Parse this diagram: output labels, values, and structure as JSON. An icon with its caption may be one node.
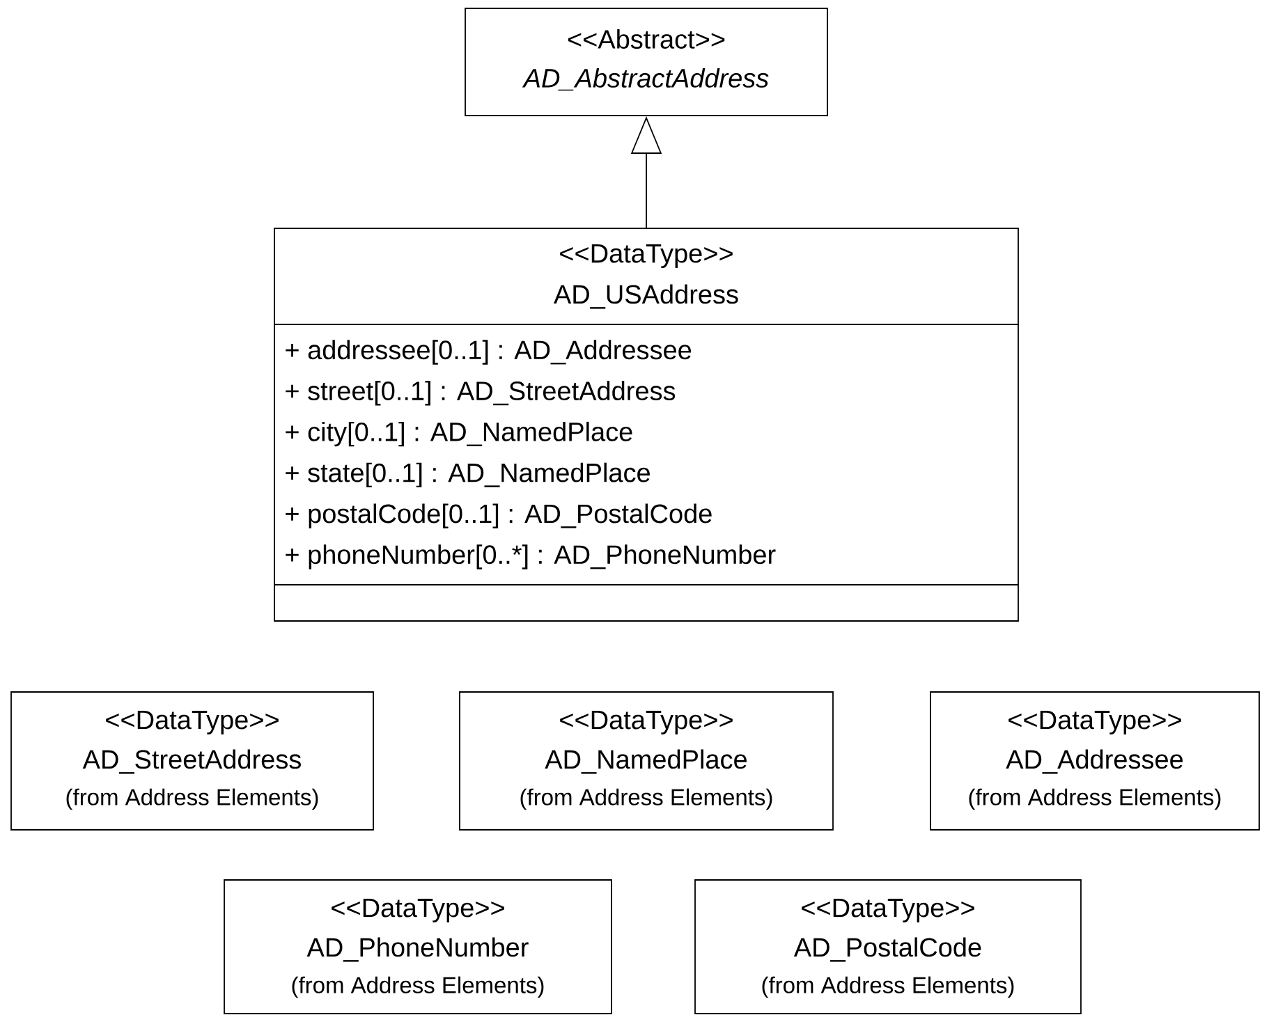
{
  "diagram": {
    "nodes": [
      {
        "text": [
          "<<Abstract>>",
          "AD_AbstractAddress"
        ]
      },
      {
        "text": [
          "<<DataType>>",
          "AD_USAddress",
          "+ addressee[0..1] : AD_Addressee",
          "+ street[0..1] : AD_StreetAddress",
          "+ city[0..1] : AD_NamedPlace",
          "+ state[0..1] : AD_NamedPlace",
          "+ postalCode[0..1] : AD_PostalCode",
          "+ phoneNumber[0..*] : AD_PhoneNumber"
        ]
      },
      {
        "text": [
          "<<DataType>>",
          "AD_StreetAddress",
          "(from Address Elements)"
        ]
      },
      {
        "text": [
          "<<DataType>>",
          "AD_NamedPlace",
          "(from Address Elements)"
        ]
      },
      {
        "text": [
          "<<DataType>>",
          "AD_Addressee",
          "(from Address Elements)"
        ]
      },
      {
        "text": [
          "<<DataType>>",
          "AD_PhoneNumber",
          "(from Address Elements)"
        ]
      },
      {
        "text": [
          "<<DataType>>",
          "AD_PostalCode",
          "(from Address Elements)"
        ]
      }
    ],
    "edges": [
      {
        "from": 1,
        "to": 0,
        "arrow": "to"
      }
    ]
  }
}
